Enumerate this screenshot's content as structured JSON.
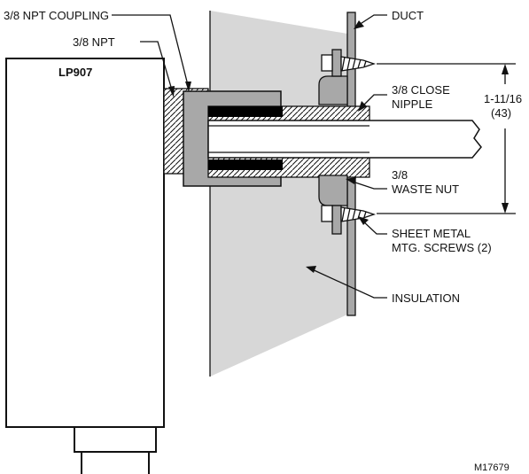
{
  "device": "LP907",
  "labels": {
    "coupling": "3/8 NPT COUPLING",
    "npt": "3/8 NPT",
    "duct": "DUCT",
    "close_nipple_1": "3/8 CLOSE",
    "close_nipple_2": "NIPPLE",
    "dim_1": "1-11/16",
    "dim_2": "(43)",
    "waste_nut_1": "3/8",
    "waste_nut_2": "WASTE NUT",
    "screws_1": "SHEET METAL",
    "screws_2": "MTG. SCREWS (2)",
    "insulation": "INSULATION",
    "figure_id": "M17679"
  },
  "colors": {
    "insulation": "#d7d7d7",
    "fitting": "#a8a8a8",
    "line": "#111111",
    "black": "#000000"
  }
}
